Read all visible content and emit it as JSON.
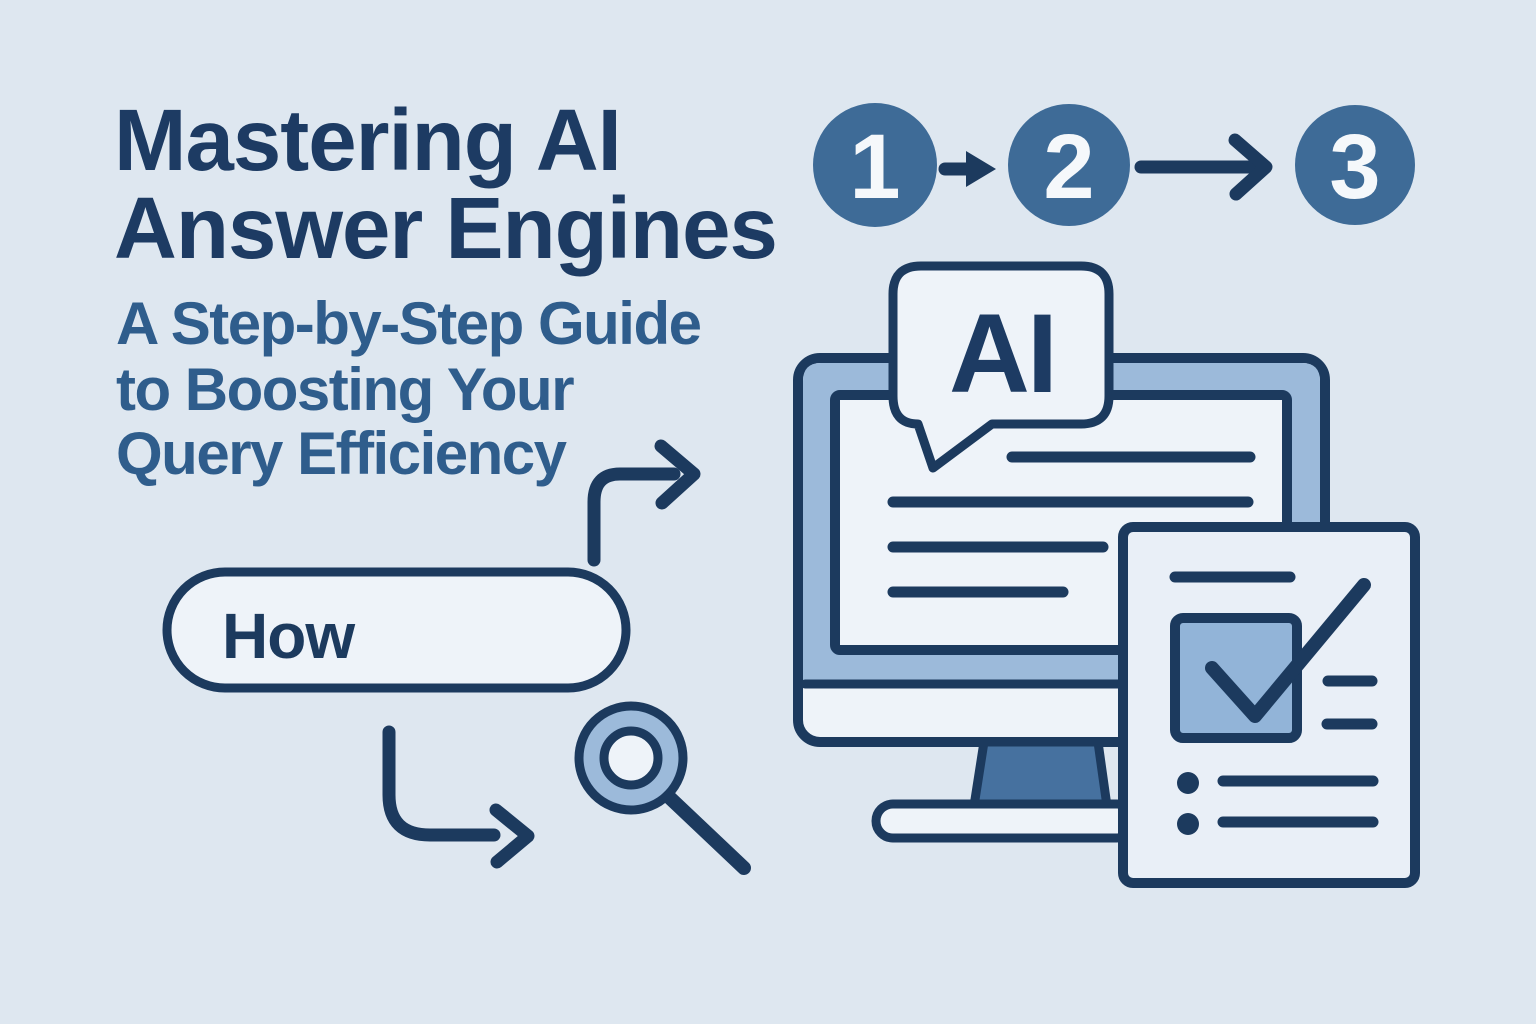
{
  "colors": {
    "background": "#dee7f0",
    "ink": "#1c3a5e",
    "title": "#1d3b63",
    "subtitle": "#2f5d8c",
    "steel": "#3e6b97",
    "numeral": "#f5f8fb",
    "bezel": "#9cbada",
    "stand": "#46719f",
    "panel": "#eef3f9",
    "doc": "#e9eff7",
    "checkbox": "#92b4d8"
  },
  "heading": {
    "lines": [
      "Mastering AI",
      "Answer Engines"
    ]
  },
  "subtitle": {
    "lines": [
      "A Step-by-Step Guide",
      "to Boosting Your",
      "Query Efficiency"
    ]
  },
  "steps": {
    "items": [
      {
        "number": "1"
      },
      {
        "number": "2"
      },
      {
        "number": "3"
      }
    ]
  },
  "search": {
    "query": "How"
  },
  "ai_badge": {
    "label": "AI"
  }
}
